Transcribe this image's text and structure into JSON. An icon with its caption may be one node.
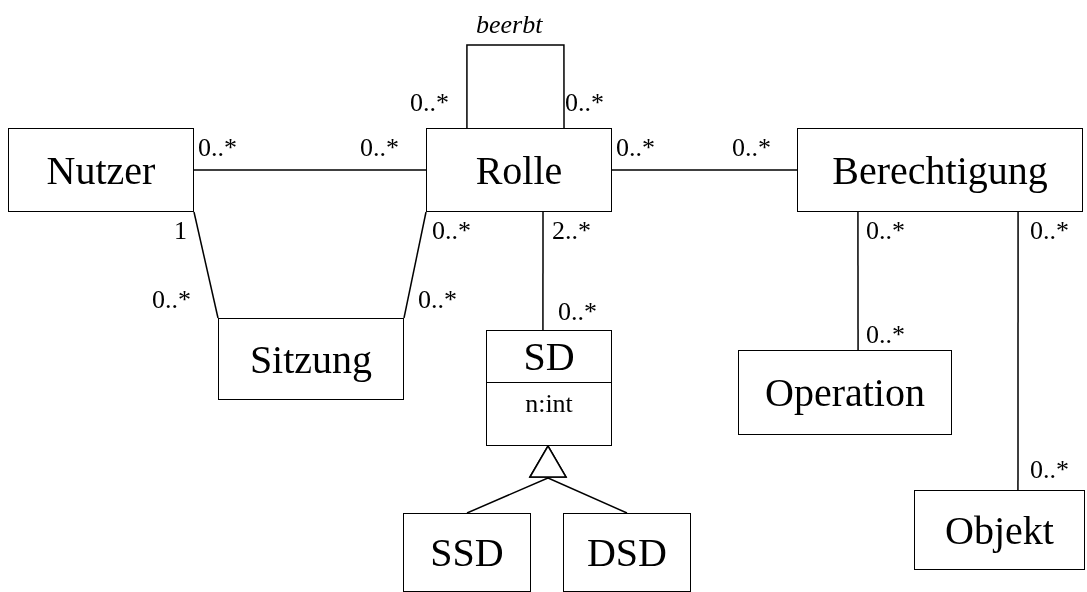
{
  "diagram": {
    "nodes": [
      {
        "text": [
          "Nutzer"
        ]
      },
      {
        "text": [
          "Rolle"
        ]
      },
      {
        "text": [
          "Berechtigung"
        ]
      },
      {
        "text": [
          "Sitzung"
        ]
      },
      {
        "text": [
          "SD",
          "n:int"
        ]
      },
      {
        "text": [
          "Operation"
        ]
      },
      {
        "text": [
          "Objekt"
        ]
      },
      {
        "text": [
          "SSD"
        ]
      },
      {
        "text": [
          "DSD"
        ]
      }
    ],
    "edges": [
      {
        "from": 0,
        "to": 1,
        "arrow": "none"
      },
      {
        "from": 1,
        "to": 1,
        "arrow": "none",
        "label": "beerbt"
      },
      {
        "from": 1,
        "to": 2,
        "arrow": "none"
      },
      {
        "from": 0,
        "to": 3,
        "arrow": "none"
      },
      {
        "from": 1,
        "to": 3,
        "arrow": "none"
      },
      {
        "from": 1,
        "to": 4,
        "arrow": "none"
      },
      {
        "from": 2,
        "to": 5,
        "arrow": "none"
      },
      {
        "from": 2,
        "to": 6,
        "arrow": "none"
      },
      {
        "from": 7,
        "to": 4,
        "arrow": "to"
      },
      {
        "from": 8,
        "to": 4,
        "arrow": "to"
      }
    ],
    "labels": [
      "0..*",
      "0..*",
      "0..*",
      "0..*",
      "0..*",
      "0..*",
      "1",
      "0..*",
      "2..*",
      "0..*",
      "0..*",
      "0..*",
      "0..*",
      "0..*",
      "0..*",
      "0..*"
    ]
  }
}
